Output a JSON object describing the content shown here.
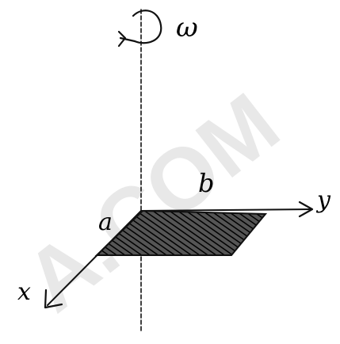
{
  "diagram": {
    "omega_label": "ω",
    "b_label": "b",
    "a_label": "a",
    "y_axis_label": "y",
    "x_axis_label": "x",
    "watermark_text": "A.COM",
    "colors": {
      "ink": "#111111",
      "watermark": "#d8d8d8",
      "background": "#ffffff"
    }
  }
}
